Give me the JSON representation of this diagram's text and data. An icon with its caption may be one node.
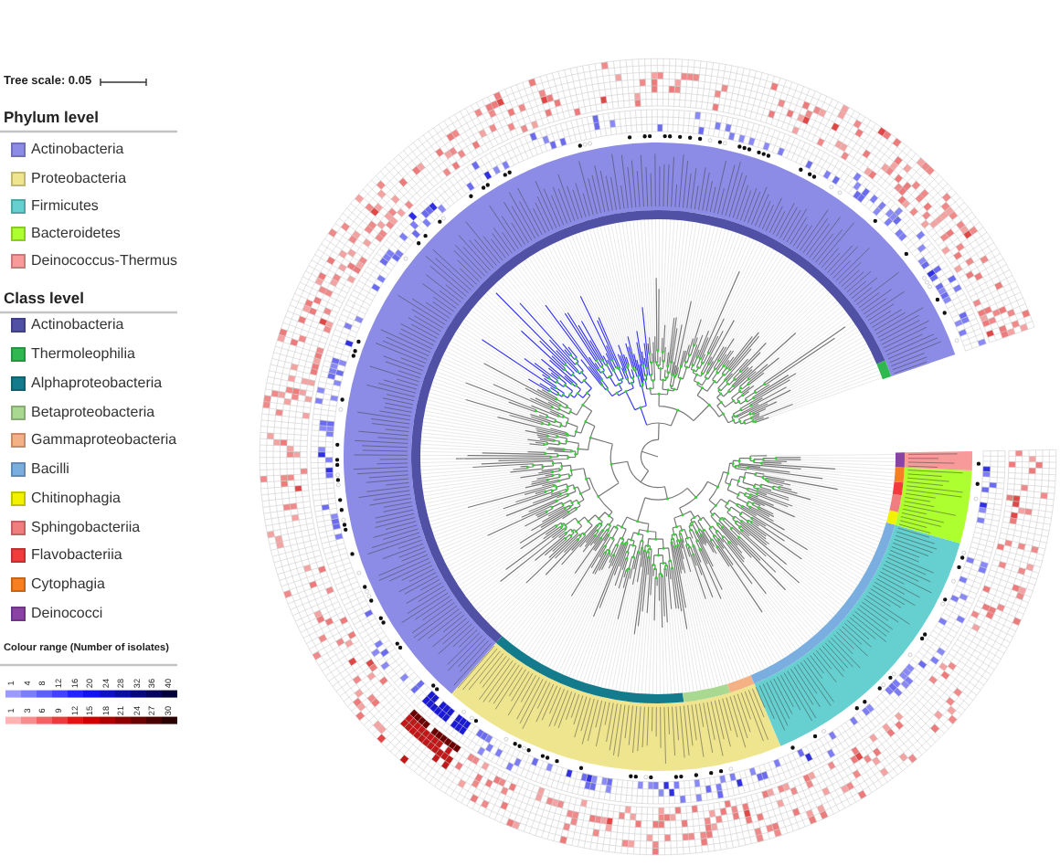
{
  "diagram": {
    "labels": [
      "Tree scale: 0.05",
      "Phylum level",
      "Class level",
      "Colour range (Number of isolates)",
      "1",
      "4",
      "8",
      "12",
      "16",
      "20",
      "24",
      "28",
      "32",
      "36",
      "40",
      "1",
      "3",
      "6",
      "9",
      "12",
      "15",
      "18",
      "21",
      "24",
      "27",
      "30"
    ],
    "legend": [
      {
        "text": "Actinobacteria",
        "color": "#8c8ce6"
      },
      {
        "text": "Proteobacteria",
        "color": "#efe58f"
      },
      {
        "text": "Firmicutes",
        "color": "#66cfcf"
      },
      {
        "text": "Bacteroidetes",
        "color": "#adff2f"
      },
      {
        "text": "Deinococcus-Thermus",
        "color": "#f89a9a"
      },
      {
        "text": "Actinobacteria",
        "color": "#5050a5"
      },
      {
        "text": "Thermoleophilia",
        "color": "#2fb84f"
      },
      {
        "text": "Alphaproteobacteria",
        "color": "#137b8b"
      },
      {
        "text": "Betaproteobacteria",
        "color": "#a9d891"
      },
      {
        "text": "Gammaproteobacteria",
        "color": "#f4b184"
      },
      {
        "text": "Bacilli",
        "color": "#7aaee0"
      },
      {
        "text": "Chitinophagia",
        "color": "#f2f200"
      },
      {
        "text": "Sphingobacteriia",
        "color": "#f07e7e"
      },
      {
        "text": "Flavobacteriia",
        "color": "#f03c3c"
      },
      {
        "text": "Cytophagia",
        "color": "#f77f1f"
      },
      {
        "text": "Deinococci",
        "color": "#8a43a5"
      }
    ]
  }
}
